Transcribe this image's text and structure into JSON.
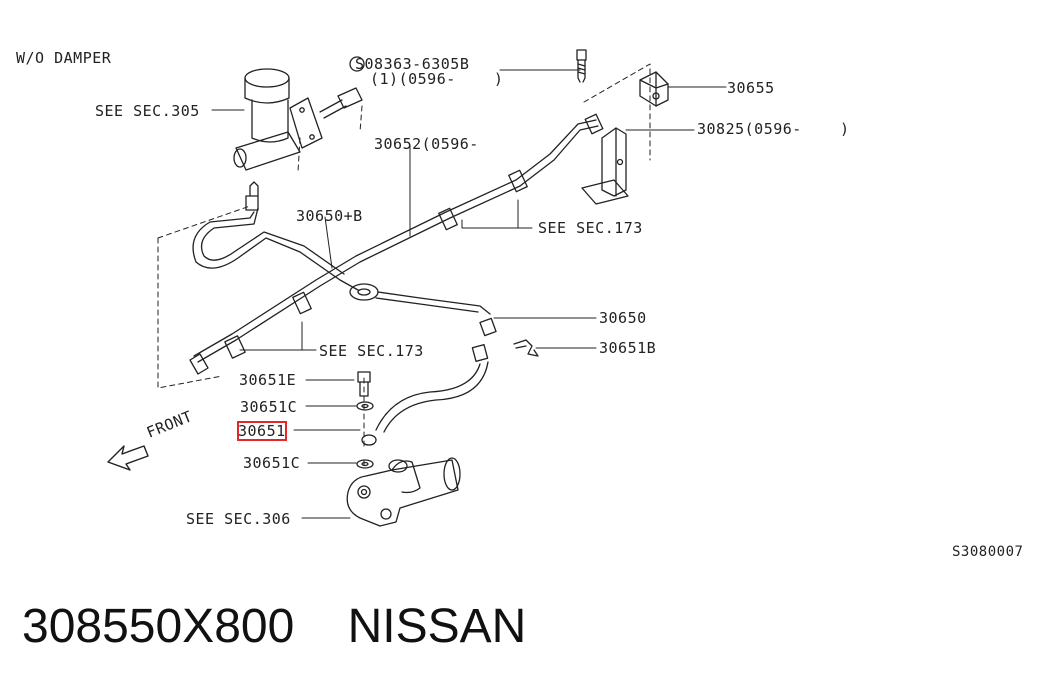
{
  "diagram": {
    "variant_label": "W/O DAMPER",
    "diagram_code": "S3080007",
    "labels": {
      "see_sec_305": "SEE SEC.305",
      "bolt_part": "S08363-6305B",
      "bolt_qty": "(1)(0596-    )",
      "part_30655": "30655",
      "part_30825": "30825(0596-    )",
      "part_30652": "30652(0596-",
      "part_30650b": "30650+B",
      "see_sec_173_upper": "SEE SEC.173",
      "see_sec_173_lower": "SEE SEC.173",
      "part_30650": "30650",
      "part_30651b": "30651B",
      "part_30651e": "30651E",
      "part_30651c_upper": "30651C",
      "part_30651": "30651",
      "part_30651c_lower": "30651C",
      "see_sec_306": "SEE SEC.306",
      "front": "FRONT"
    }
  },
  "footer": {
    "part_number": "308550X800",
    "brand": "NISSAN"
  }
}
